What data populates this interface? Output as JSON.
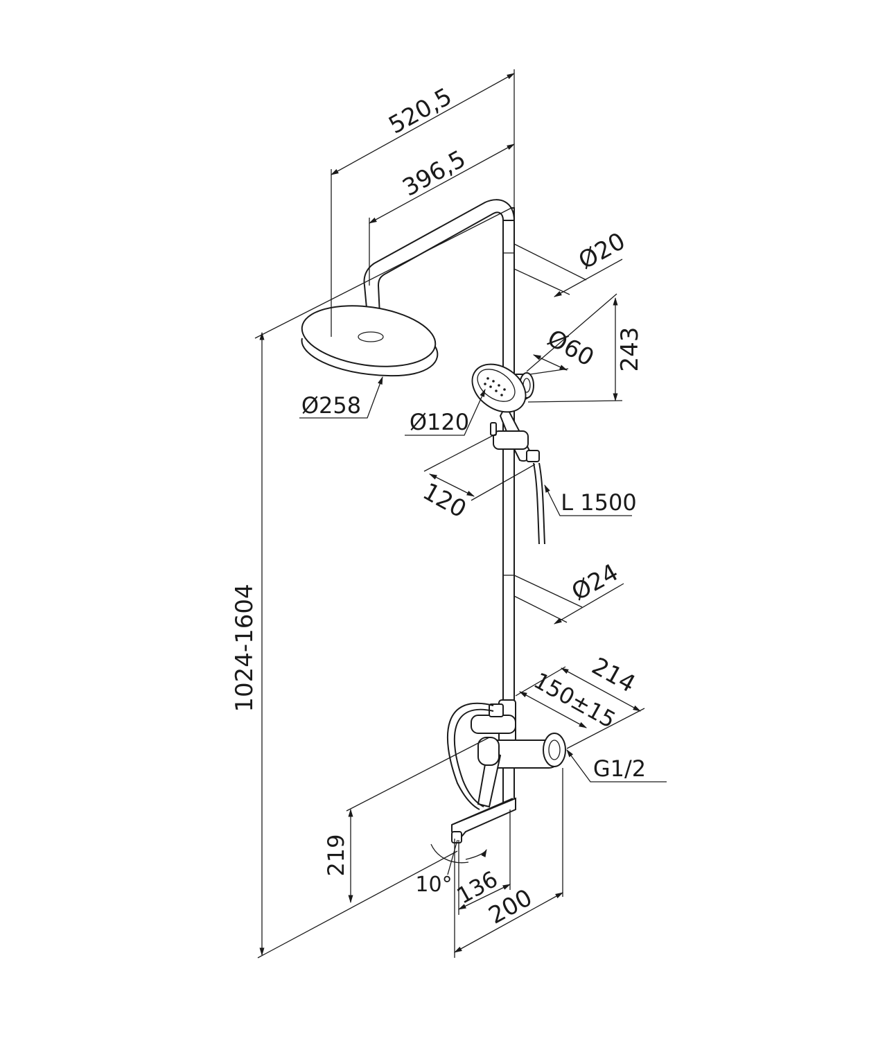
{
  "diagram": {
    "description_free": true,
    "labels": {
      "overall_height": "1024-1604",
      "arm_reach_total": "520,5",
      "arm_reach": "396,5",
      "upper_pipe_diameter": "Ø20",
      "rain_head_diameter": "Ø258",
      "holder_height": "243",
      "holder_diameter": "Ø60",
      "hand_shower_diameter": "Ø120",
      "holder_offset": "120",
      "hose_length": "L 1500",
      "lower_pipe_diameter": "Ø24",
      "mixer_depth": "214",
      "wall_spacing": "150±15",
      "connection_thread": "G1/2",
      "spout_height": "219",
      "spout_angle": "10°",
      "spout_projection": "136",
      "spout_reach": "200"
    }
  }
}
